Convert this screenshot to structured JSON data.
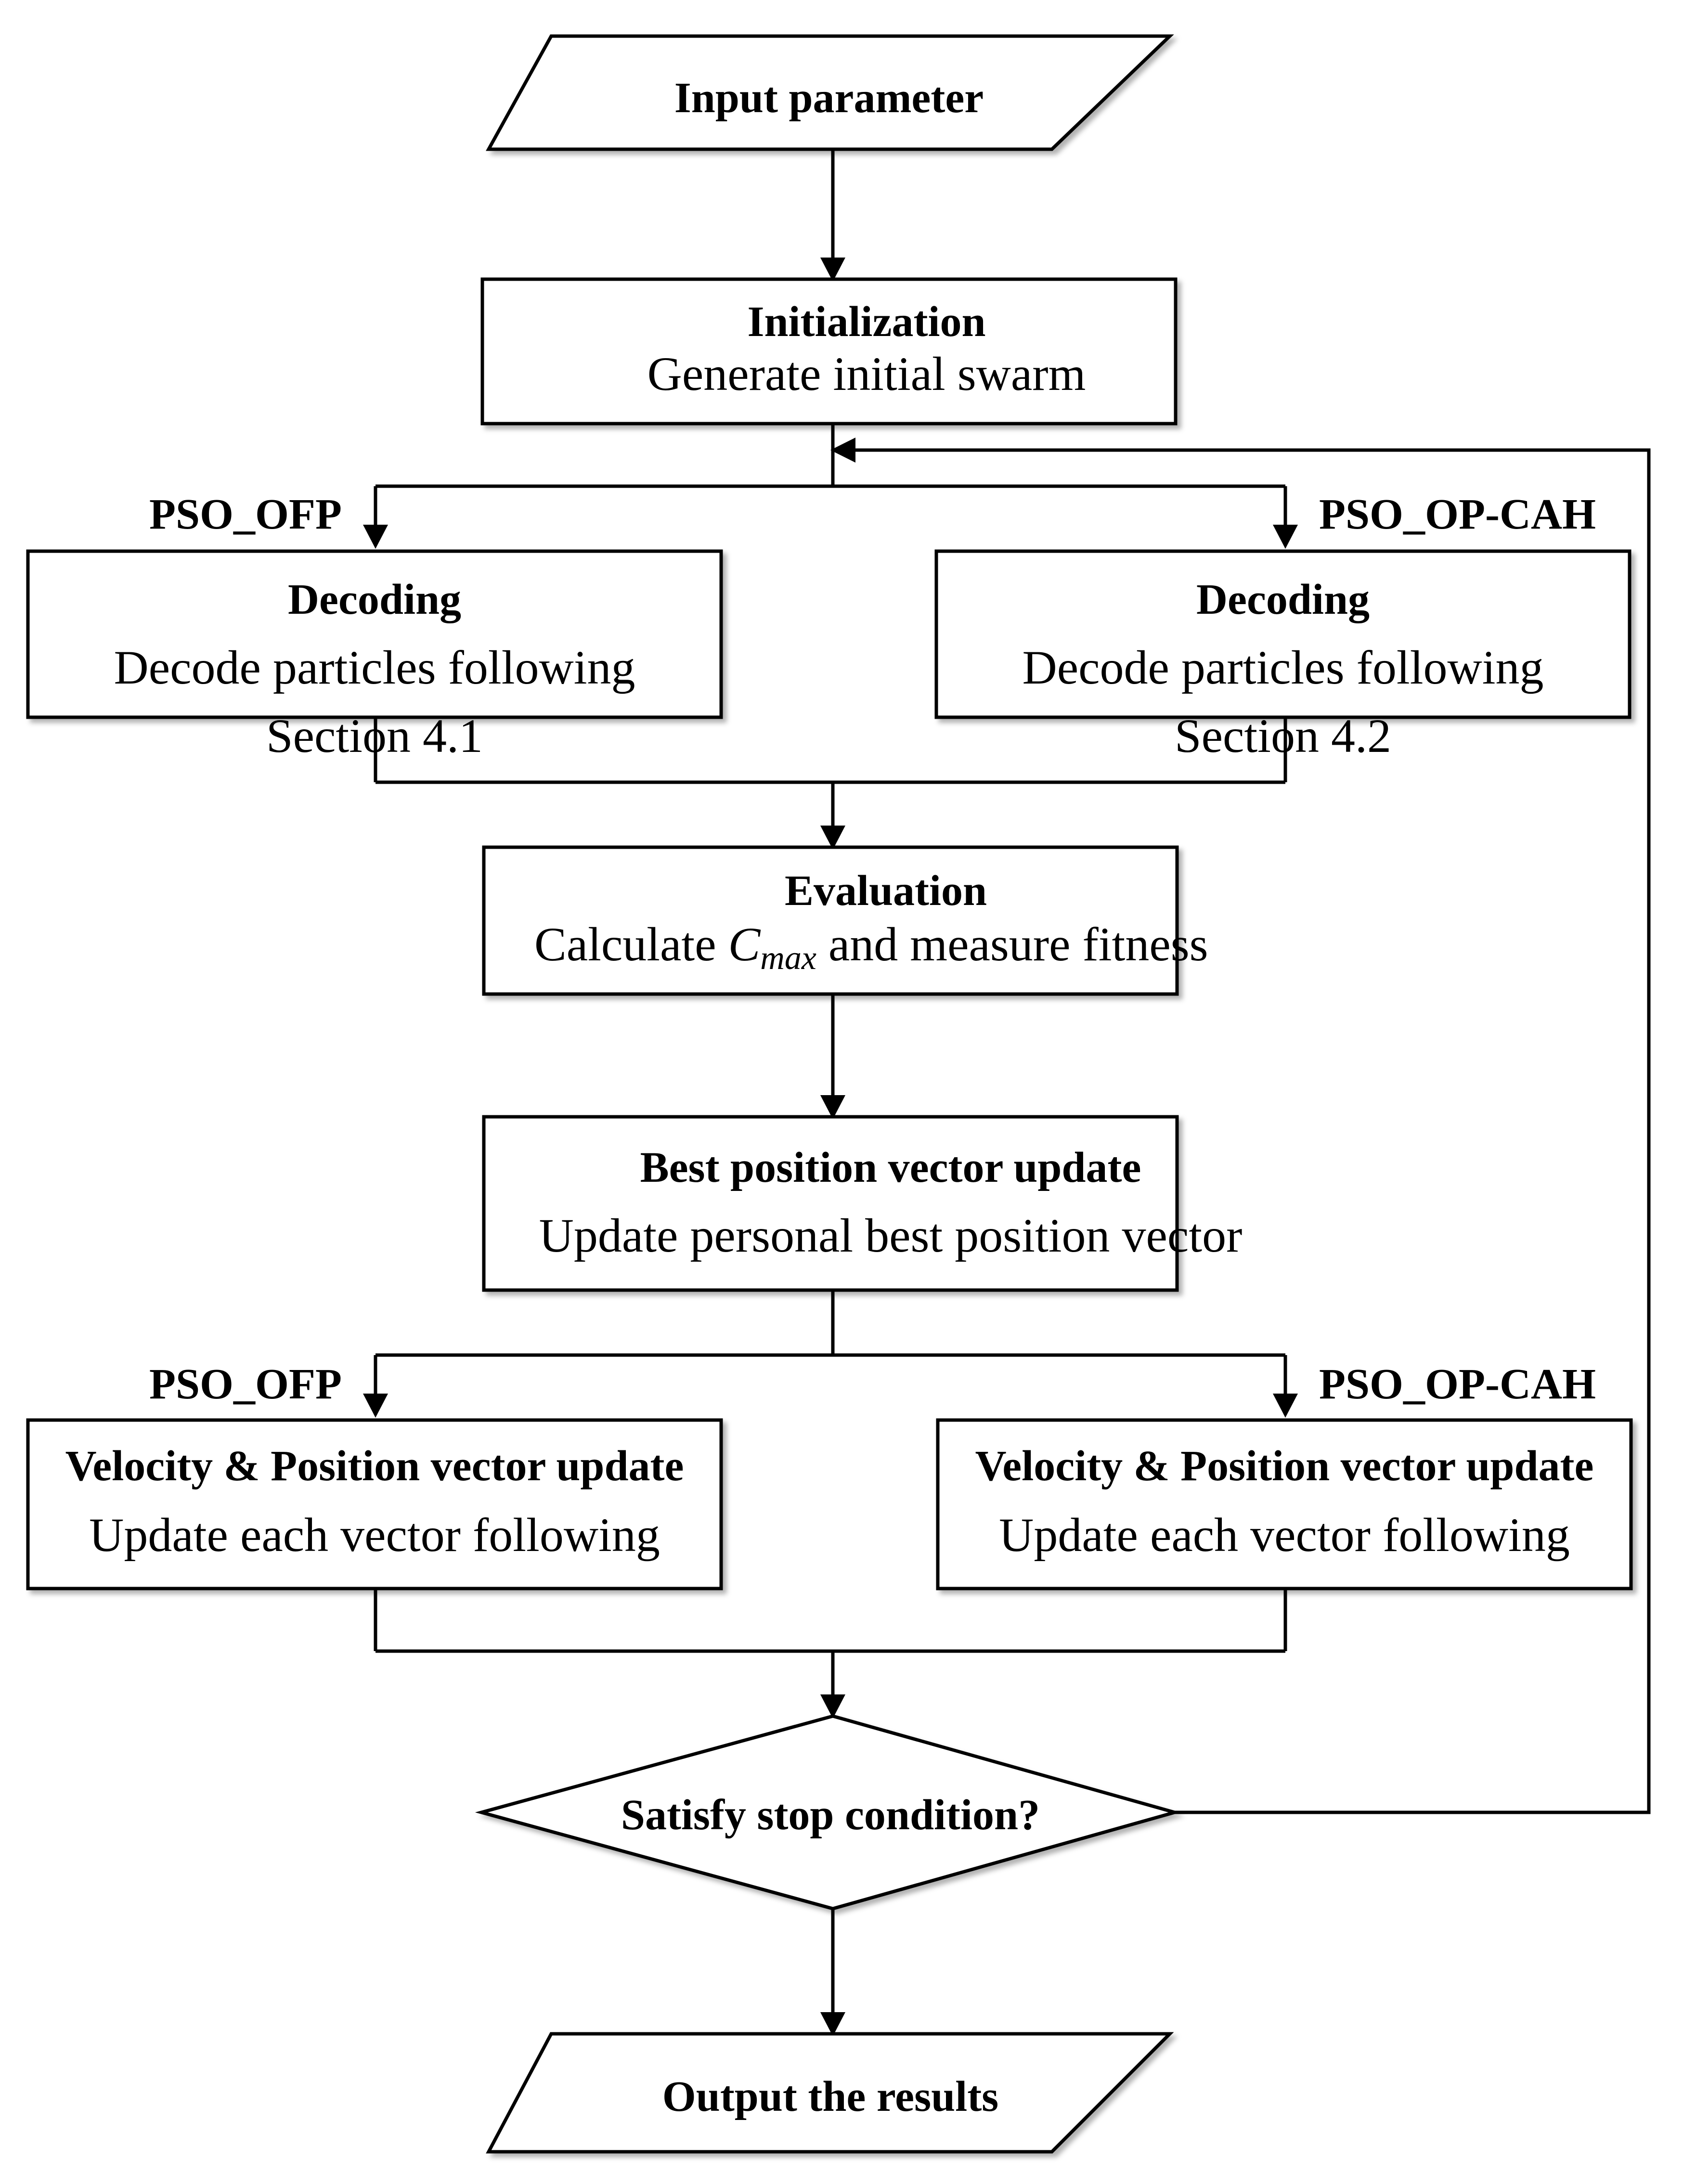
{
  "input": {
    "label": "Input parameter"
  },
  "init": {
    "title": "Initialization",
    "text": "Generate initial swarm"
  },
  "branch_left": {
    "label": "PSO_OFP"
  },
  "branch_right": {
    "label": "PSO_OP-CAH"
  },
  "decode_left": {
    "title": "Decoding",
    "line1": "Decode particles following",
    "line2": "Section 4.1"
  },
  "decode_right": {
    "title": "Decoding",
    "line1": "Decode particles following",
    "line2": "Section 4.2"
  },
  "evaluation": {
    "title": "Evaluation",
    "text_before": "Calculate ",
    "cmax_base": "C",
    "cmax_sub": "max",
    "text_after": " and measure fitness"
  },
  "best": {
    "title": "Best position vector update",
    "text": "Update personal best position vector"
  },
  "branch2_left": {
    "label": "PSO_OFP"
  },
  "branch2_right": {
    "label": "PSO_OP-CAH"
  },
  "vel_left": {
    "title": "Velocity & Position vector update",
    "text": "Update each vector following"
  },
  "vel_right": {
    "title": "Velocity & Position vector update",
    "text": "Update each vector following"
  },
  "stop": {
    "label": "Satisfy stop condition?"
  },
  "output": {
    "label": "Output the results"
  }
}
